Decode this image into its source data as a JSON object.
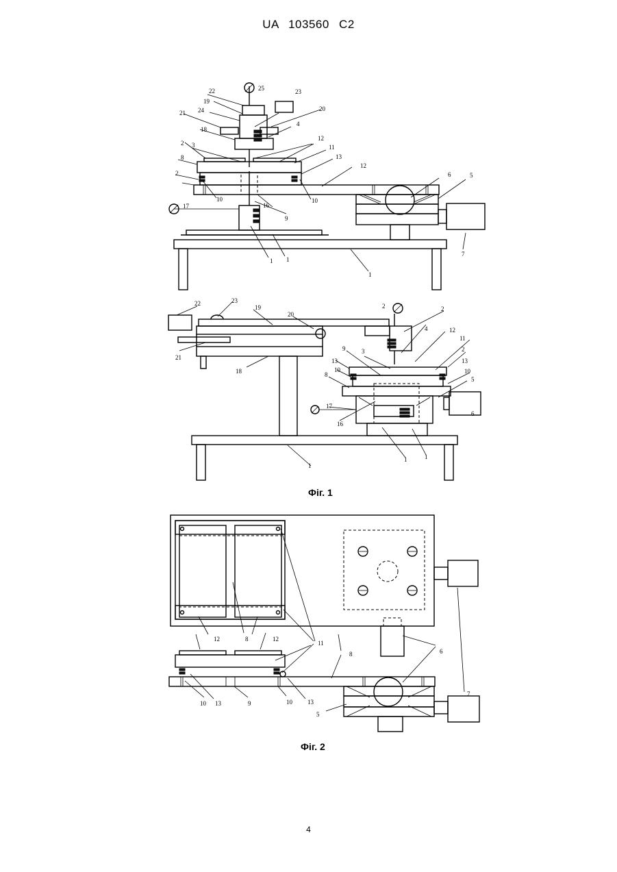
{
  "header": {
    "patent": "UA   103560   C2"
  },
  "figures": [
    {
      "caption": "Фіг. 1"
    },
    {
      "caption": "Фіг. 2"
    }
  ],
  "page_number": "4",
  "fig1a_labels": [
    "25",
    "22",
    "23",
    "19",
    "24",
    "20",
    "21",
    "4",
    "18",
    "12",
    "2",
    "3",
    "11",
    "13",
    "8",
    "12",
    "6",
    "5",
    "2",
    "10",
    "16",
    "10",
    "9",
    "17",
    "7",
    "1",
    "1",
    "1"
  ],
  "fig1b_labels": [
    "22",
    "23",
    "19",
    "20",
    "2",
    "2",
    "4",
    "12",
    "11",
    "21",
    "18",
    "9",
    "3",
    "2",
    "13",
    "13",
    "10",
    "10",
    "8",
    "5",
    "17",
    "6",
    "16",
    "1",
    "1",
    "1"
  ],
  "fig2_labels": [
    "12",
    "8",
    "12",
    "11",
    "8",
    "6",
    "7",
    "10",
    "13",
    "9",
    "10",
    "13",
    "5"
  ]
}
